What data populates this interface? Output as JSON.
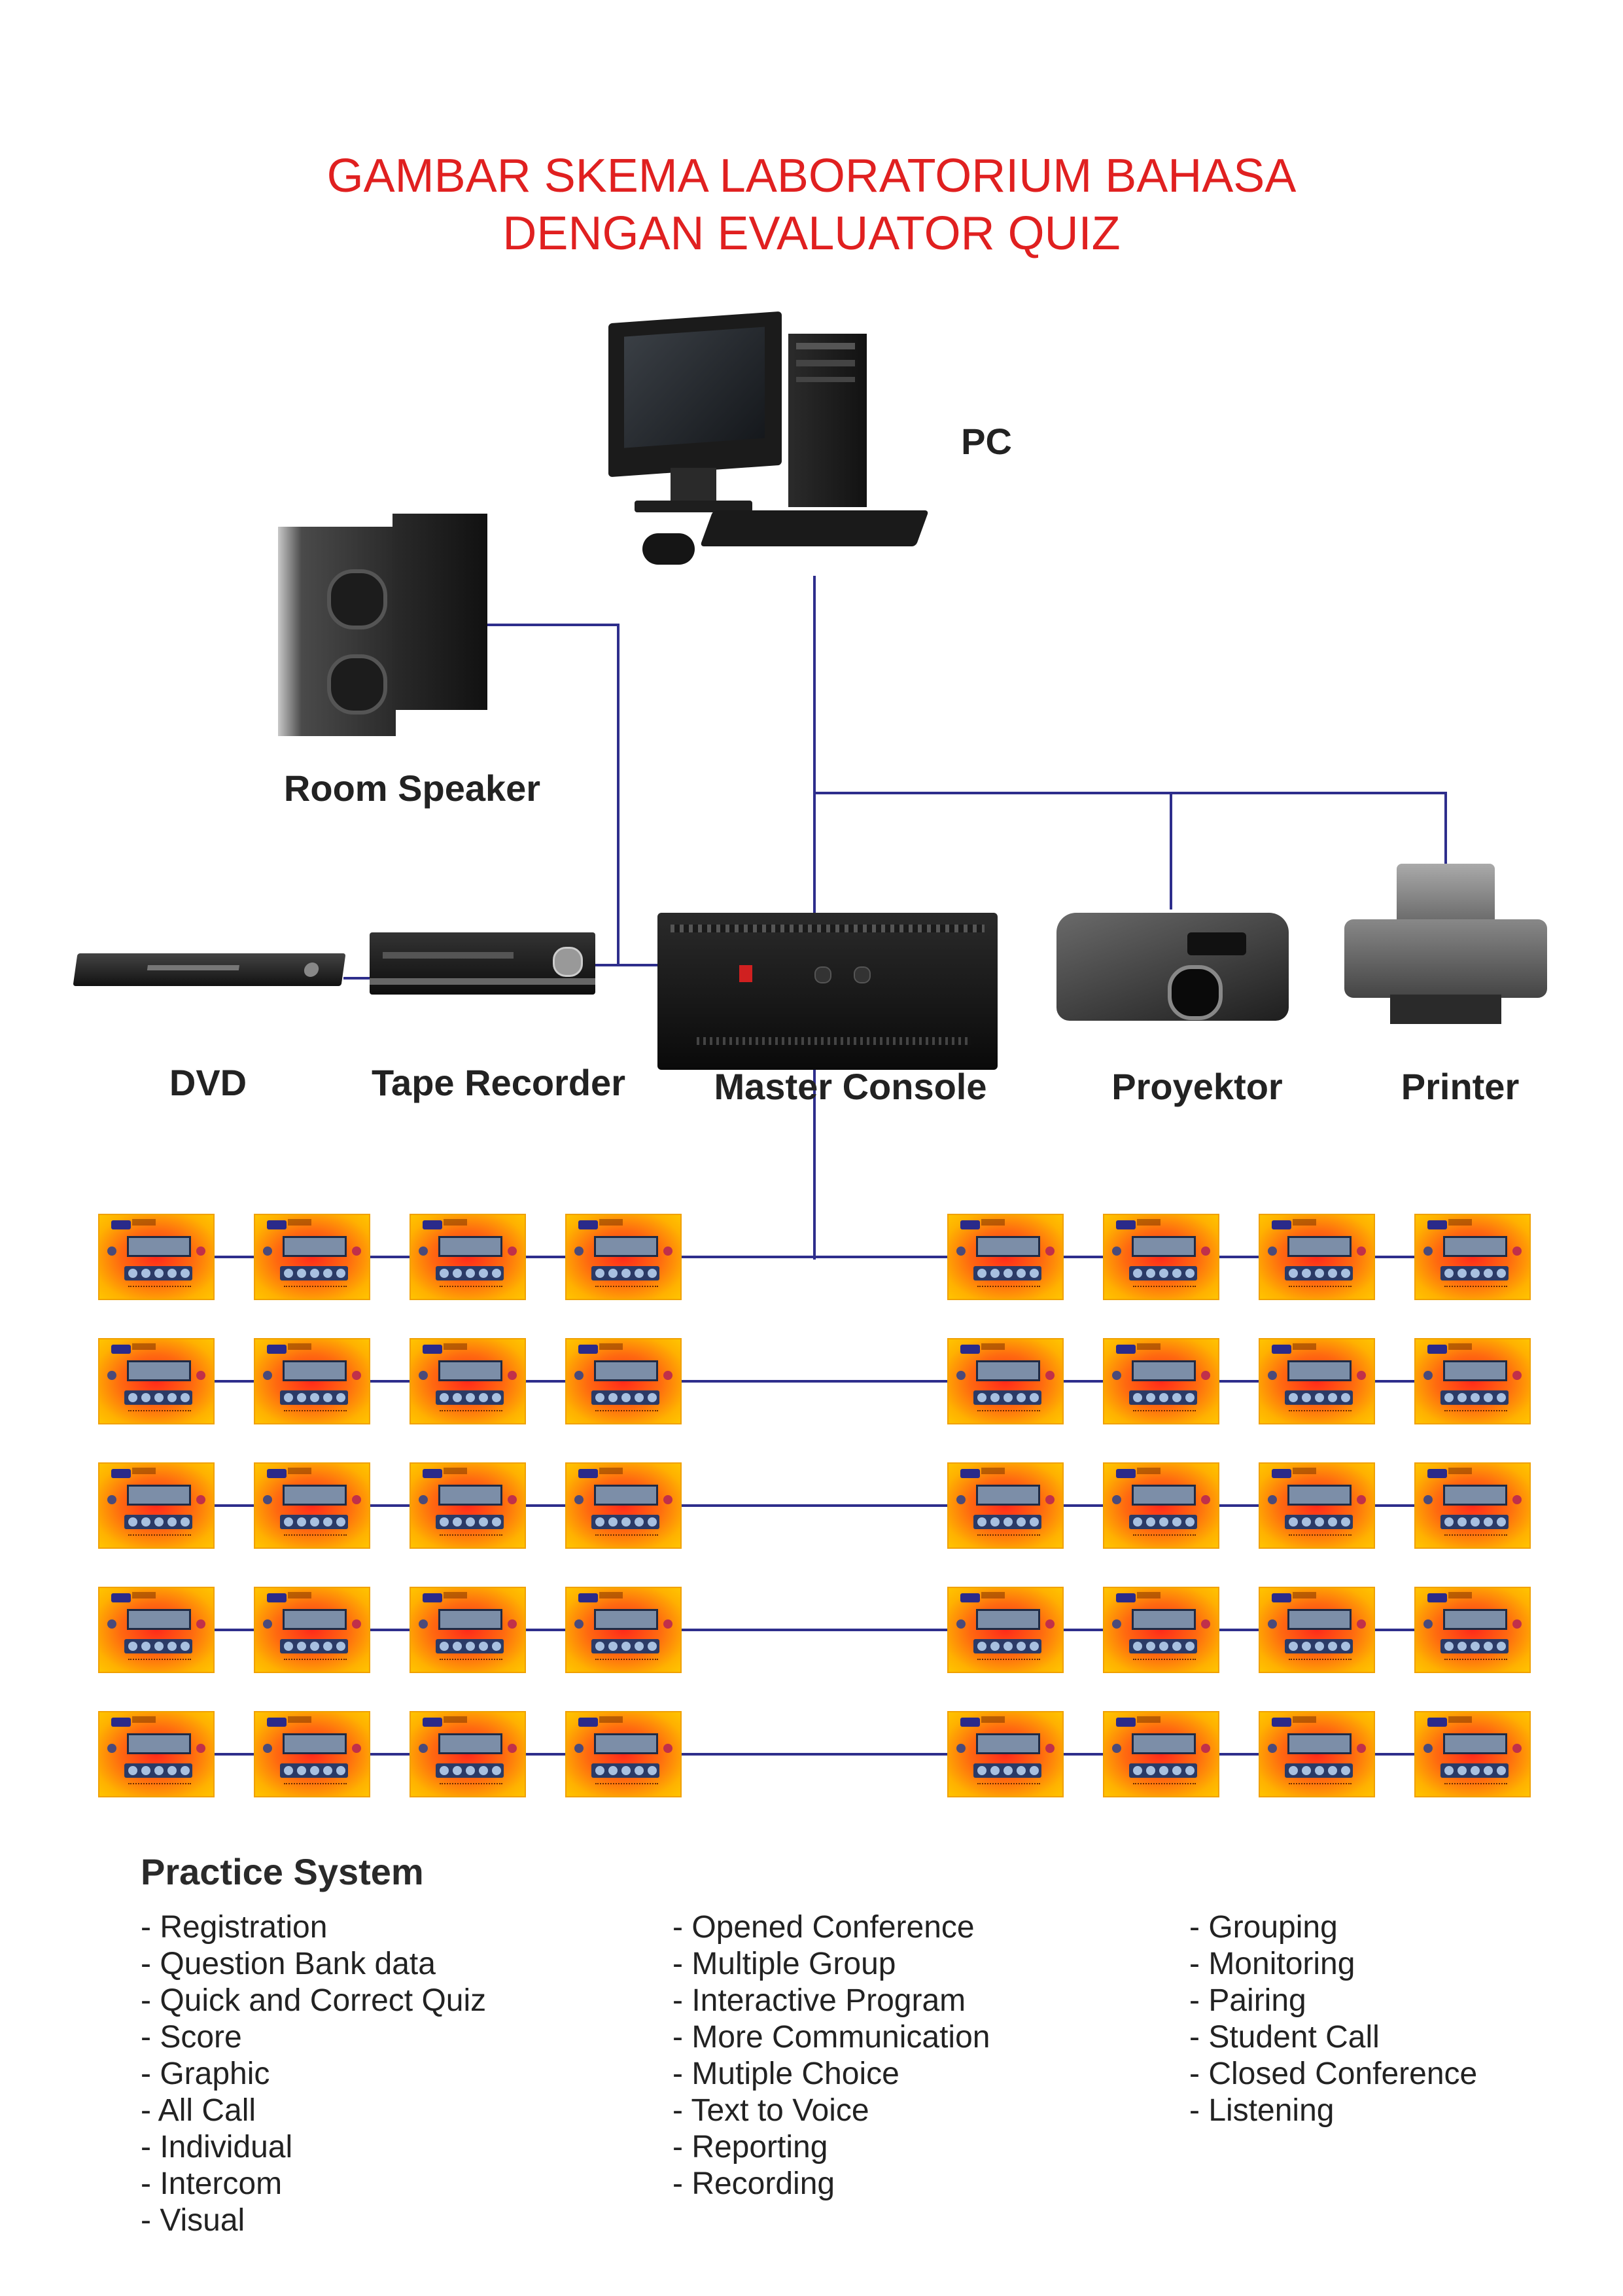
{
  "title": {
    "line1": "GAMBAR SKEMA LABORATORIUM BAHASA",
    "line2": "DENGAN EVALUATOR QUIZ"
  },
  "devices": {
    "pc": "PC",
    "room_speaker": "Room Speaker",
    "dvd": "DVD",
    "tape_recorder": "Tape Recorder",
    "master_console": "Master  Console",
    "proyektor": "Proyektor",
    "printer": "Printer"
  },
  "student_units": {
    "rows": 5,
    "units_per_side": 4
  },
  "practice_system": {
    "heading": "Practice System",
    "col1": [
      "- Registration",
      "- Question Bank data",
      "- Quick and Correct Quiz",
      "- Score",
      "- Graphic",
      "- All Call",
      "- Individual",
      "- Intercom",
      "- Visual"
    ],
    "col2": [
      "- Opened Conference",
      "- Multiple Group",
      "- Interactive Program",
      "- More Communication",
      "- Mutiple Choice",
      "- Text to Voice",
      "- Reporting",
      "- Recording"
    ],
    "col3": [
      "- Grouping",
      "- Monitoring",
      "- Pairing",
      "- Student Call",
      "- Closed Conference",
      "- Listening"
    ]
  },
  "colors": {
    "title": "#e02020",
    "wire": "#2e2e8c",
    "unit_center": "#ff2a1a",
    "unit_edge": "#ffc400"
  }
}
